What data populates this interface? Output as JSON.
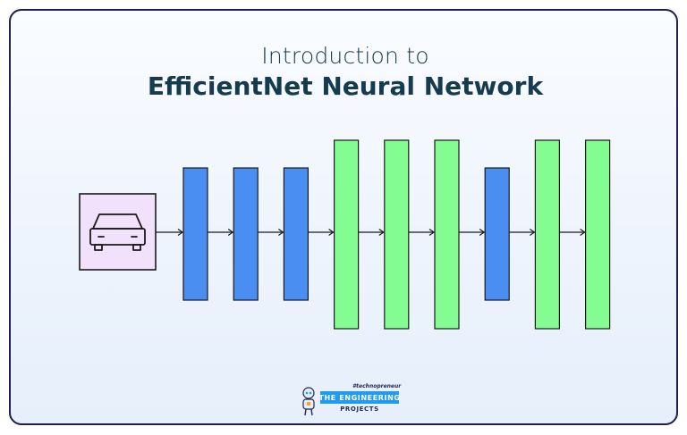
{
  "title": {
    "line1": "Introduction to",
    "line2": "EfficientNet Neural Network"
  },
  "diagram": {
    "input": {
      "icon": "car-icon",
      "fill": "#f1e1fb"
    },
    "layers": [
      {
        "type": "blue"
      },
      {
        "type": "blue"
      },
      {
        "type": "blue"
      },
      {
        "type": "green"
      },
      {
        "type": "green"
      },
      {
        "type": "green"
      },
      {
        "type": "blue"
      },
      {
        "type": "green"
      },
      {
        "type": "green"
      }
    ],
    "colors": {
      "blue": "#4b8ef1",
      "green": "#83fc92",
      "stroke": "#1a1a1a"
    }
  },
  "logo": {
    "tag": "#technopreneur",
    "name": "THE ENGINEERING",
    "sub": "PROJECTS",
    "accent": "#1f9cf0"
  }
}
